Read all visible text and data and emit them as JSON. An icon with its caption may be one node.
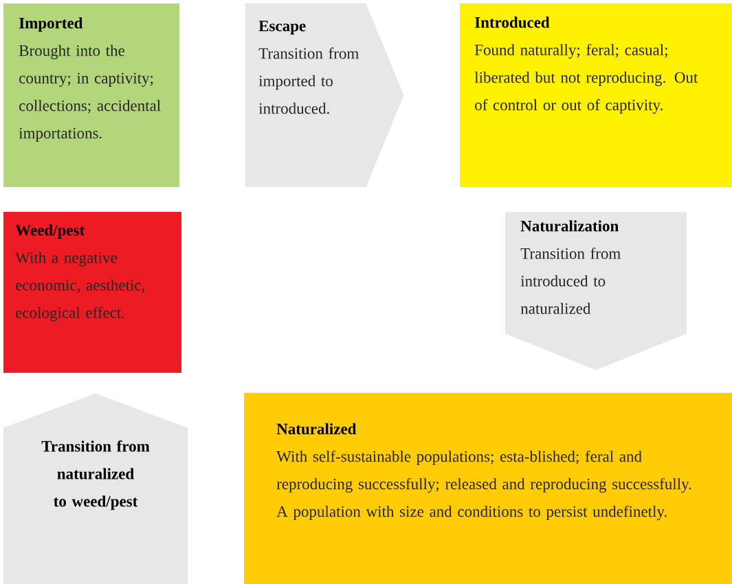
{
  "diagram": {
    "nodes": [
      {
        "text": [
          "Imported",
          "Brought into the country; in captivity; collections; accidental importations."
        ]
      },
      {
        "text": [
          "Escape",
          "Transition from imported to introduced."
        ]
      },
      {
        "text": [
          "Introduced",
          "Found naturally; feral; casual; liberated but not reproducing. Out of control or out of captivity."
        ]
      },
      {
        "text": [
          "Weed/pest",
          "With a negative economic, aesthetic, ecological effect."
        ]
      },
      {
        "text": [
          "Naturalization",
          "Transition from introduced to naturalized"
        ]
      },
      {
        "text": [
          "Transition from naturalized to weed/pest"
        ]
      },
      {
        "text": [
          "Naturalized",
          "With self-sustainable populations; esta-blished; feral and reproducing successfully; released and reproducing successfully. A population with size and conditions to persist undefinetly."
        ]
      }
    ],
    "edges": [
      {
        "from": 0,
        "to": 2,
        "arrow": "to"
      },
      {
        "from": 2,
        "to": 6,
        "arrow": "to"
      },
      {
        "from": null,
        "to": 3,
        "arrow": "to"
      }
    ]
  }
}
